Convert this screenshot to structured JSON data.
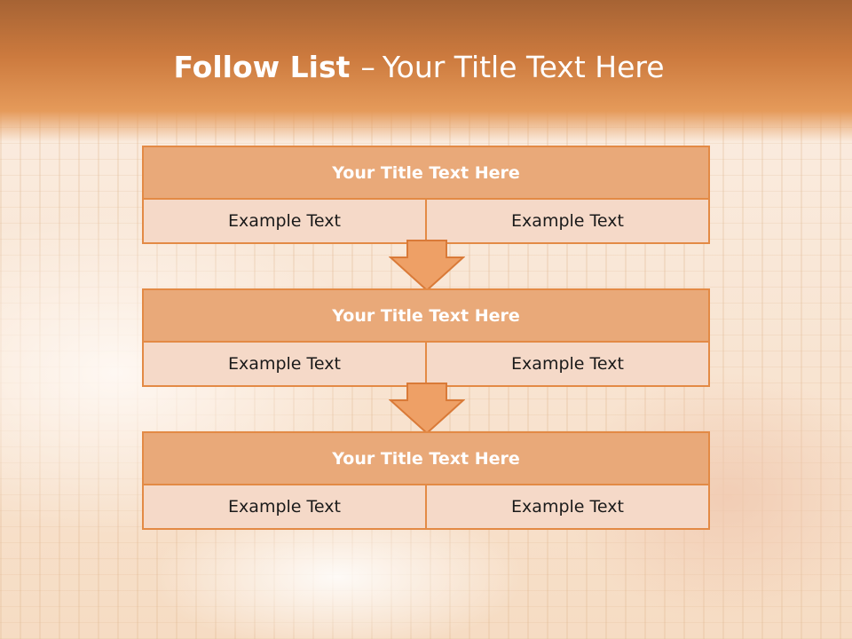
{
  "slide": {
    "title_bold": "Follow List",
    "title_separator": "–",
    "title_rest": "Your Title Text Here"
  },
  "steps": [
    {
      "title": "Your Title Text Here",
      "left": "Example Text",
      "right": "Example Text"
    },
    {
      "title": "Your Title Text Here",
      "left": "Example Text",
      "right": "Example Text"
    },
    {
      "title": "Your Title Text Here",
      "left": "Example Text",
      "right": "Example Text"
    }
  ],
  "colors": {
    "accent": "#e38a45",
    "title_fill": "#e9a979",
    "cell_fill": "#f5d9c8",
    "header_band": "#cc7a3e"
  }
}
